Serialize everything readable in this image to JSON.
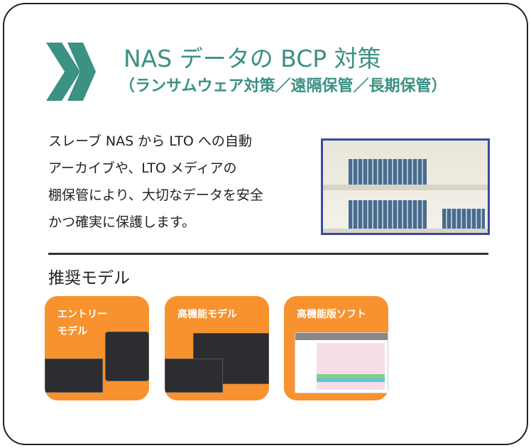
{
  "header": {
    "title": "NAS データの BCP 対策",
    "subtitle": "（ランサムウェア対策／遠隔保管／長期保管）"
  },
  "description": [
    "スレーブ NAS から LTO への自動",
    "アーカイブや、LTO メディアの",
    "棚保管により、大切なデータを安全",
    "かつ確実に保護します。"
  ],
  "recommended": {
    "heading": "推奨モデル",
    "models": [
      {
        "label_lines": [
          "エントリー",
          "モデル"
        ]
      },
      {
        "label_lines": [
          "高機能モデル"
        ]
      },
      {
        "label_lines": [
          "高機能版ソフト"
        ]
      }
    ]
  },
  "colors": {
    "accent": "#3a9184",
    "orange": "#f7922f"
  }
}
